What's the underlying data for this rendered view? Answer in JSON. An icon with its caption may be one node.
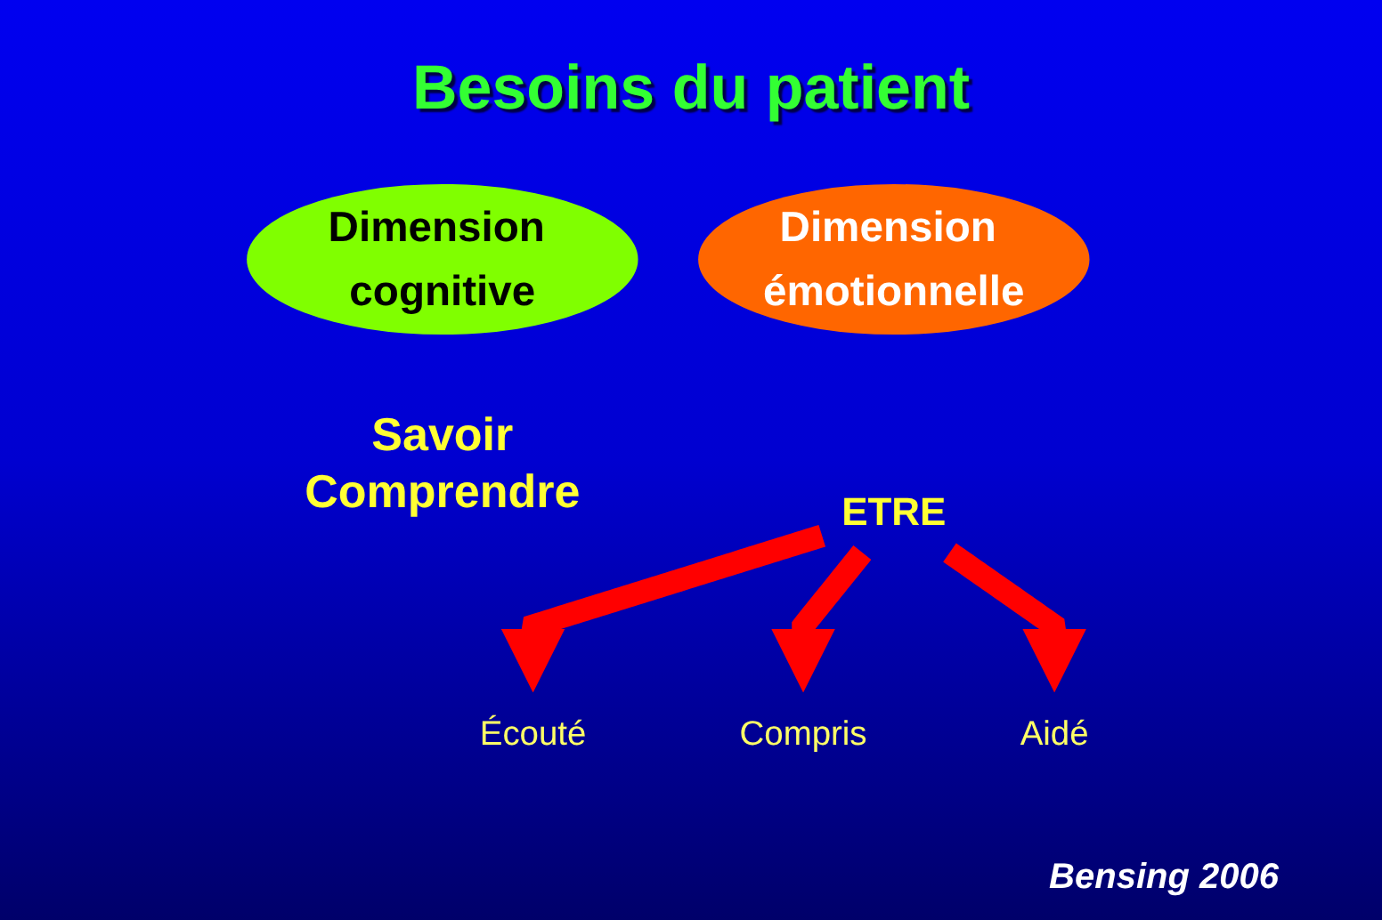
{
  "diagram": {
    "title": "Besoins du patient",
    "caption": "Bensing 2006",
    "nodes": [
      {
        "text": [
          "Dimension cognitive"
        ]
      },
      {
        "text": [
          "Dimension émotionnelle"
        ]
      },
      {
        "text": [
          "ETRE"
        ]
      },
      {
        "text": [
          "Écouté"
        ]
      },
      {
        "text": [
          "Compris"
        ]
      },
      {
        "text": [
          "Aidé"
        ]
      }
    ],
    "edges": [
      {
        "from": 2,
        "to": 3,
        "arrow": "to"
      },
      {
        "from": 2,
        "to": 4,
        "arrow": "to"
      },
      {
        "from": 2,
        "to": 5,
        "arrow": "to"
      }
    ],
    "labels": [
      "Savoir Comprendre"
    ]
  }
}
